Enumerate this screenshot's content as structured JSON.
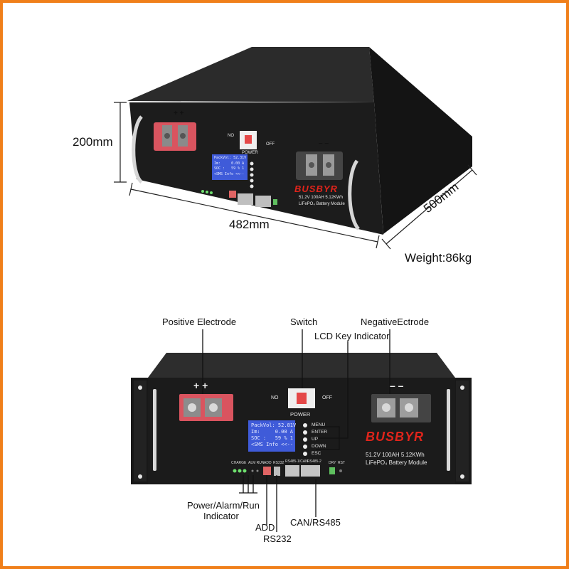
{
  "dimensions": {
    "height": "200mm",
    "width": "482mm",
    "depth": "500mm"
  },
  "weight": "Weight:86kg",
  "product": {
    "brand": "BUSBYR",
    "model_line1": "51.2V 100AH 5.12KWh",
    "model_line2": "LiFePO₄ Battery Module",
    "positive_terminal": "+ +",
    "negative_terminal": "– –",
    "switch_on": "NO",
    "switch_off": "OFF",
    "switch_label": "POWER",
    "lcd_top": "PackVol: 52.31V\nIm:     0.00 A\nSOC :   59 % 1\n<SMS Info <<--",
    "lcd_bottom": "PackVol: 52.81V\nIm:     0.00 A\nSOC :   59 % 1\n<SMS Info <<--",
    "keys": [
      "MENU",
      "ENTER",
      "UP",
      "DOWN",
      "ESC"
    ],
    "port_labels": {
      "charge": "CHARGE",
      "alm_run": "ALM RUN",
      "add": "ADD",
      "rs232": "RS232",
      "rs485_can": "RS485-1/CAN",
      "rs485_2": "RS485-2",
      "dry": "DRY",
      "rst": "RST"
    }
  },
  "callouts": {
    "positive_electrode": "Positive Electrode",
    "switch": "Switch",
    "negative_electrode": "NegativeEctrode",
    "lcd_key_indicator": "LCD Key Indicator",
    "power_alarm_run_1": "Power/Alarm/Run",
    "power_alarm_run_2": "Indicator",
    "add": "ADD",
    "rs232": "RS232",
    "can_rs485": "CAN/RS485"
  },
  "colors": {
    "frame": "#f07f1a",
    "brand_red": "#e0241b",
    "lcd_blue": "#3f5bd9",
    "terminal_red": "#d9545f"
  }
}
